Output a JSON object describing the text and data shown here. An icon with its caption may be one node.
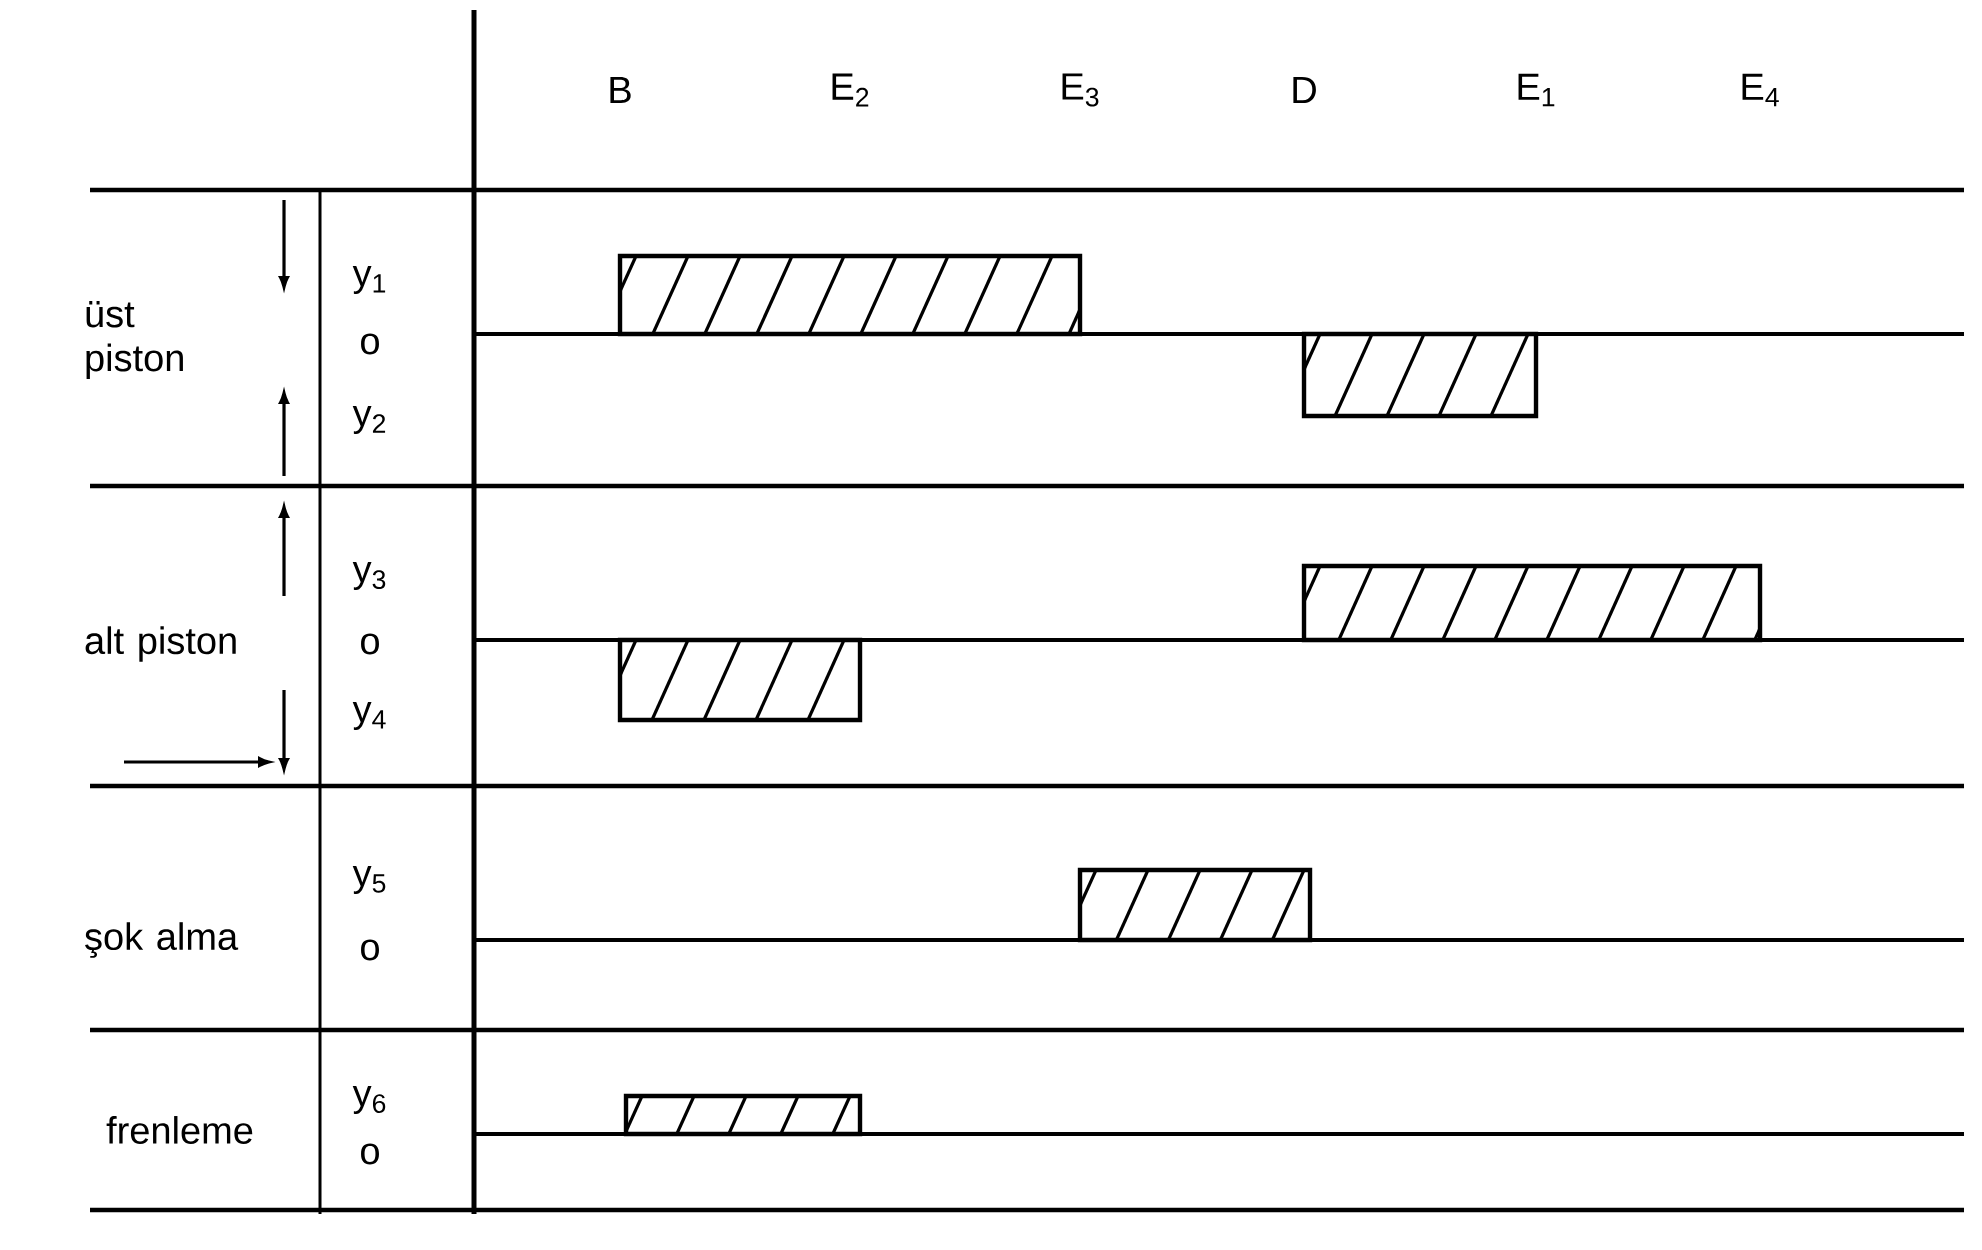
{
  "diagram": {
    "labels": [
      "B",
      "E$_{2}$",
      "E$_{3}$",
      "D",
      "E$_{1}$",
      "E$_{4}$",
      "üst piston",
      "y$_{1}$",
      "o",
      "y$_{2}$",
      "alt piston",
      "y$_{3}$",
      "o",
      "y$_{4}$",
      "şok alma",
      "y$_{5}$",
      "o",
      "frenleme",
      "y$_{6}$",
      "o"
    ]
  }
}
